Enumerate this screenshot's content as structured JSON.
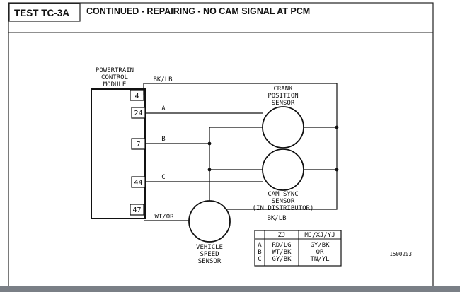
{
  "header": {
    "test_id": "TEST TC-3A",
    "title": "CONTINUED -  REPAIRING - NO CAM SIGNAL AT PCM"
  },
  "diagram": {
    "pcm_label": [
      "POWERTRAIN",
      "CONTROL",
      "MODULE"
    ],
    "pins": [
      "4",
      "24",
      "7",
      "44",
      "47"
    ],
    "wires": {
      "top": "BK/LB",
      "a": "A",
      "b": "B",
      "c": "C",
      "bottom_left": "WT/OR",
      "bottom_right": "BK/LB"
    },
    "crank_label": [
      "CRANK",
      "POSITION",
      "SENSOR"
    ],
    "cam_label": [
      "CAM SYNC",
      "SENSOR",
      "(IN DISTRIBUTOR)"
    ],
    "vss_label": [
      "VEHICLE",
      "SPEED",
      "SENSOR"
    ],
    "figure_number": "1500203"
  },
  "legend": {
    "headers": [
      "ZJ",
      "MJ/XJ/YJ"
    ],
    "rows": [
      {
        "key": "A",
        "zj": "RD/LG",
        "mj": "GY/BK"
      },
      {
        "key": "B",
        "zj": "WT/BK",
        "mj": "OR"
      },
      {
        "key": "C",
        "zj": "GY/BK",
        "mj": "TN/YL"
      }
    ]
  }
}
